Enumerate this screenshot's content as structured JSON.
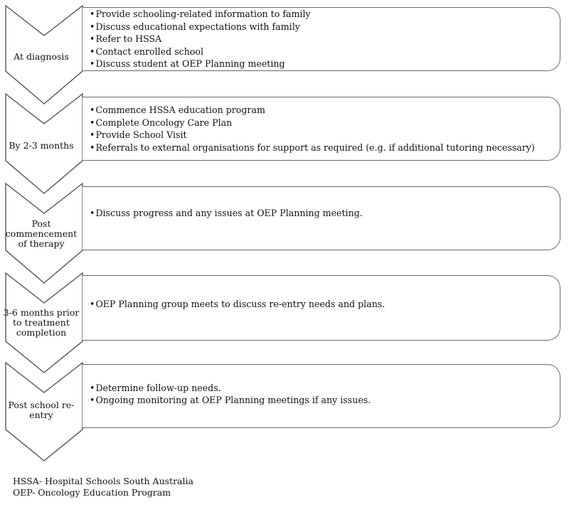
{
  "stages": [
    {
      "label": "At diagnosis",
      "items": [
        "Provide schooling-related information to family",
        "Discuss educational expectations with family",
        "Refer to HSSA",
        "Contact enrolled school",
        "Discuss student at OEP Planning meeting"
      ]
    },
    {
      "label": "By 2-3 months",
      "items": [
        "Commence HSSA education program",
        "Complete Oncology Care Plan",
        "Provide School Visit",
        "Referrals to external organisations for support as required (e.g. if additional tutoring necessary)"
      ]
    },
    {
      "label": "Post commencement of therapy",
      "items": [
        "Discuss progress and any issues at OEP Planning meeting."
      ]
    },
    {
      "label": "3-6 months prior to treatment completion",
      "items": [
        "OEP Planning group meets to discuss re-entry needs and plans."
      ]
    },
    {
      "label": "Post school re-entry",
      "items": [
        "Determine follow-up needs.",
        "Ongoing monitoring at OEP Planning meetings if any issues."
      ]
    }
  ],
  "footnotes": {
    "hssa": "HSSA- Hospital Schools South Australia",
    "oep": "OEP- Oncology Education Program"
  }
}
